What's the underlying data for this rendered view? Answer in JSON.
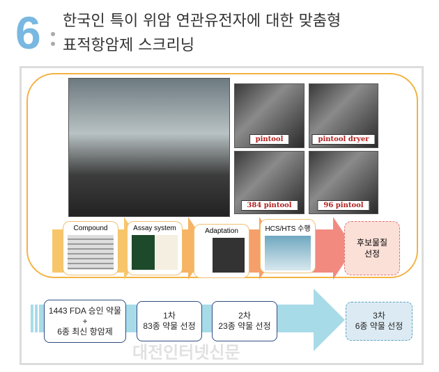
{
  "header": {
    "number": "6",
    "title_line1": "한국인 특이 위암 연관유전자에 대한 맞춤형",
    "title_line2": "표적항암제 스크리닝"
  },
  "photos": {
    "pintool": "pintool",
    "pintool_dryer": "pintool dryer",
    "pintool_384": "384 pintool",
    "pintool_96": "96 pintool"
  },
  "process": {
    "compound": "Compound",
    "assay": "Assay system",
    "adaptation": "Adaptation",
    "hcs": "HCS/HTS 수행",
    "candidate_line1": "후보물질",
    "candidate_line2": "선정"
  },
  "screening": {
    "start": {
      "line1": "1443 FDA 승인 약물",
      "line2": "+",
      "line3": "6종 최신 항암제"
    },
    "first": {
      "line1": "1차",
      "line2": "83종 약물 선정"
    },
    "second": {
      "line1": "2차",
      "line2": "23종 약물 선정"
    },
    "third": {
      "line1": "3차",
      "line2": "6종 약물 선정"
    }
  },
  "watermark": "대전인터넷신문"
}
